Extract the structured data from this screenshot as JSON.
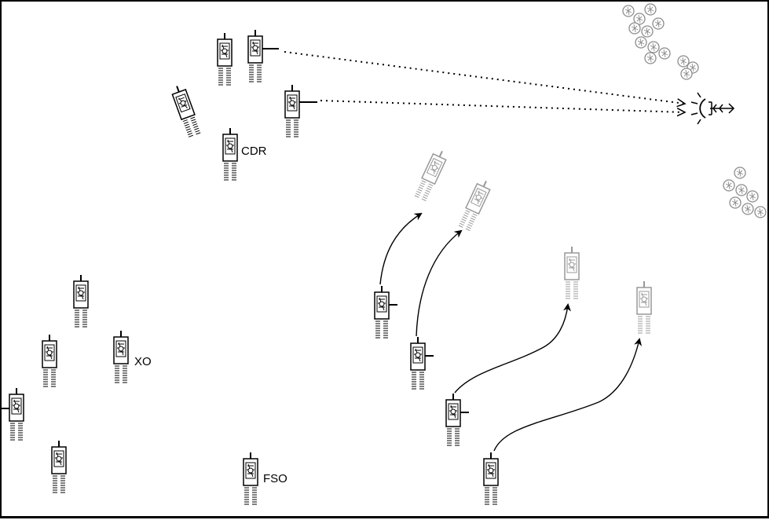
{
  "labels": {
    "cdr": "CDR",
    "xo": "XO",
    "fso": "FSO"
  },
  "colors": {
    "ink": "#000000",
    "ghost": "#9a9a9a",
    "foliage": "#8c8c8c",
    "background": "#ffffff"
  },
  "icons": {
    "vehicle": "tracked-vehicle-top-view",
    "target": "enemy-position-symbol",
    "terrain": "tree-cluster"
  }
}
